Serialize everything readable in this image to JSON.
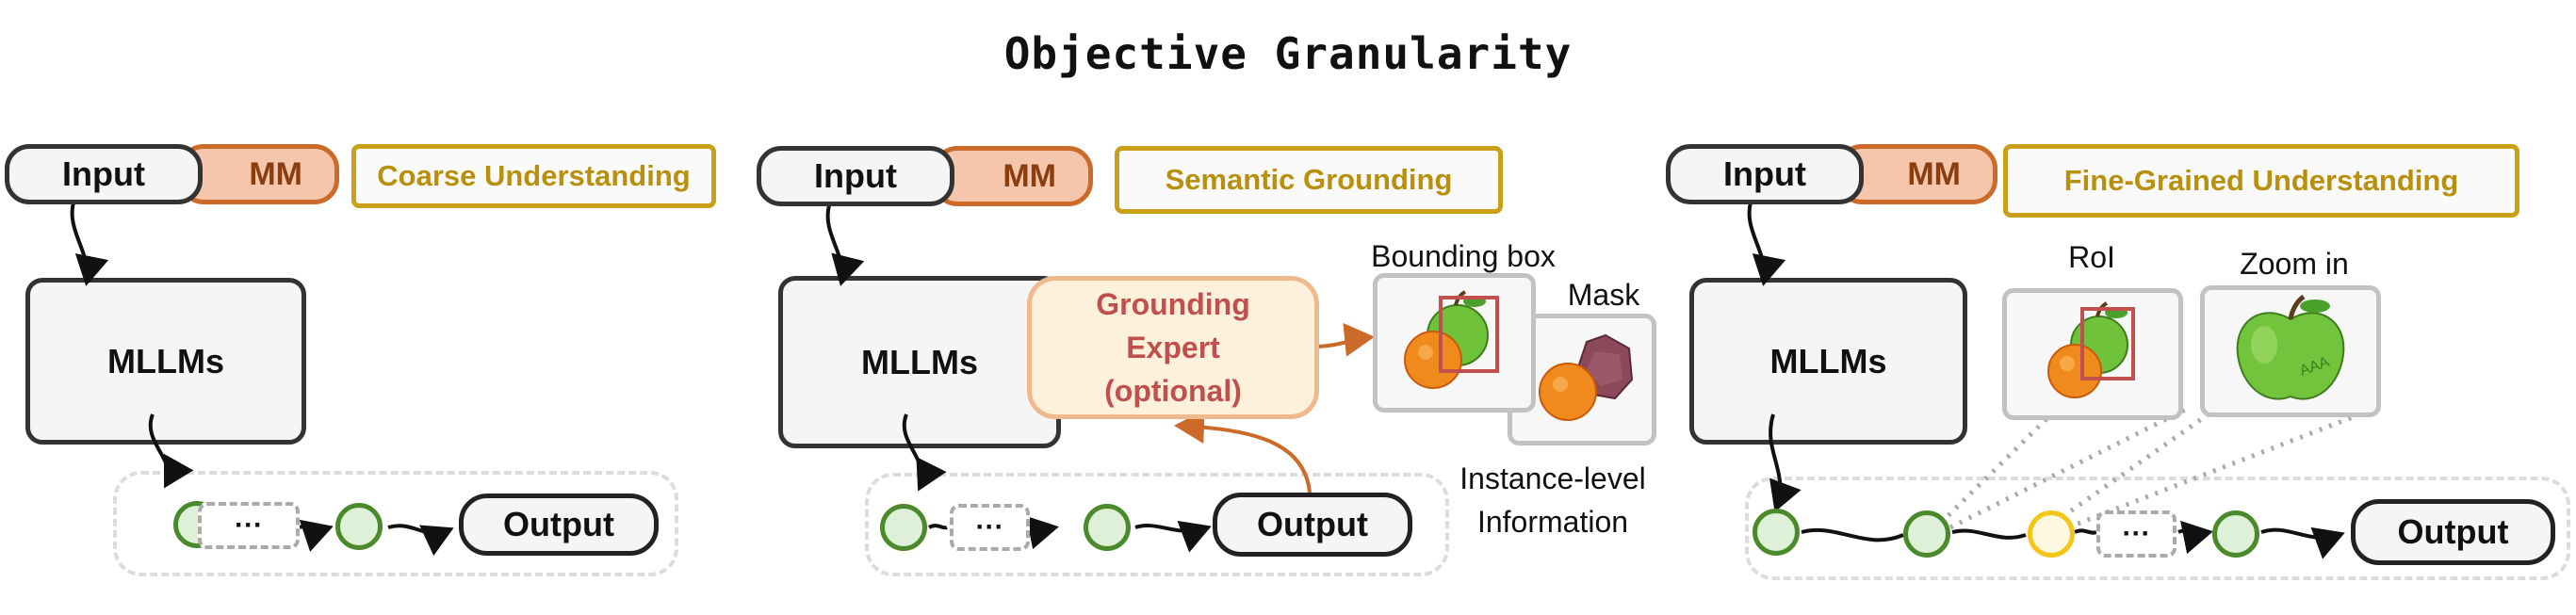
{
  "title": "Objective Granularity",
  "panels": [
    {
      "input": "Input",
      "mm": "MM",
      "category": "Coarse Understanding",
      "model": "MLLMs",
      "ellipsis": "···",
      "output": "Output"
    },
    {
      "input": "Input",
      "mm": "MM",
      "category": "Semantic Grounding",
      "model": "MLLMs",
      "expert_lines": [
        "Grounding",
        "Expert",
        "(optional)"
      ],
      "bbox_label": "Bounding box",
      "mask_label": "Mask",
      "info_lines": [
        "Instance-level",
        "Information"
      ],
      "ellipsis": "···",
      "output": "Output"
    },
    {
      "input": "Input",
      "mm": "MM",
      "category": "Fine-Grained Understanding",
      "model": "MLLMs",
      "roi_label": "RoI",
      "zoom_label": "Zoom in",
      "apple_text": "AAA",
      "ellipsis": "···",
      "output": "Output"
    }
  ],
  "colors": {
    "input_border": "#333333",
    "mm_fill": "#f5c6ac",
    "mm_border": "#cc6a2a",
    "category_border": "#c9a017",
    "category_text": "#b8900d",
    "expert_fill": "#fdf1dc",
    "expert_border": "#f0b98d",
    "expert_text": "#c0504d",
    "node_fill": "#dff0d8",
    "node_border": "#4a8a2a",
    "highlight_node_border": "#f5c518",
    "arrow_orange": "#cc6a2a"
  },
  "icons": [
    "orange-fruit-icon",
    "green-apple-icon",
    "bounding-box-icon",
    "mask-icon",
    "zoom-apple-icon"
  ]
}
